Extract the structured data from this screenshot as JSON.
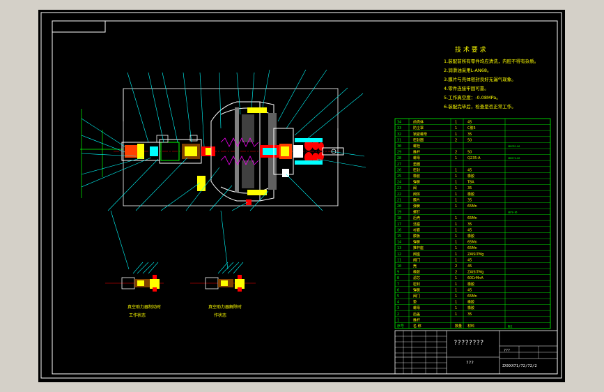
{
  "tech_requirements": {
    "title": "技 术 要 求",
    "items": [
      "1.装配前所有零件均应清洗，内腔不得有杂质。",
      "2.润滑油采用L-AN68。",
      "3.膜片与壳体密封良好无漏气现象。",
      "4.零件连接牢固可靠。",
      "5.工作真空度：-0.08MPa。",
      "6.装配完毕后，检查是否正常工作。"
    ]
  },
  "caption_left": [
    "真空助力器制动时",
    "工作状态"
  ],
  "caption_right": [
    "真空助力器解除时",
    "作状态"
  ],
  "bom_rows": [
    {
      "no": "34",
      "name": "前壳体",
      "qty": "1",
      "mat": "45",
      "note": ""
    },
    {
      "no": "33",
      "name": "防尘罩",
      "qty": "1",
      "mat": "C胶5",
      "note": ""
    },
    {
      "no": "32",
      "name": "锁紧螺母",
      "qty": "1",
      "mat": "35",
      "note": ""
    },
    {
      "no": "31",
      "name": "密封圈",
      "qty": "2",
      "mat": "50",
      "note": ""
    },
    {
      "no": "30",
      "name": "螺栓",
      "qty": "",
      "mat": "",
      "note": "GB5782-86"
    },
    {
      "no": "29",
      "name": "推杆",
      "qty": "2",
      "mat": "50",
      "note": ""
    },
    {
      "no": "28",
      "name": "螺母",
      "qty": "1",
      "mat": "Q235-A",
      "note": "GB6170-86"
    },
    {
      "no": "27",
      "name": "垫圈",
      "qty": "",
      "mat": "",
      "note": ""
    },
    {
      "no": "26",
      "name": "密封",
      "qty": "1",
      "mat": "45",
      "note": ""
    },
    {
      "no": "25",
      "name": "橡胶",
      "qty": "1",
      "mat": "橡胶",
      "note": ""
    },
    {
      "no": "24",
      "name": "弹簧",
      "qty": "1",
      "mat": "T8A",
      "note": ""
    },
    {
      "no": "23",
      "name": "阀",
      "qty": "1",
      "mat": "35",
      "note": ""
    },
    {
      "no": "22",
      "name": "阀体",
      "qty": "1",
      "mat": "橡胶",
      "note": ""
    },
    {
      "no": "21",
      "name": "膜片",
      "qty": "1",
      "mat": "35",
      "note": ""
    },
    {
      "no": "20",
      "name": "弹簧",
      "qty": "1",
      "mat": "65Mn",
      "note": ""
    },
    {
      "no": "19",
      "name": "螺钉",
      "qty": "",
      "mat": "",
      "note": "GB70-86"
    },
    {
      "no": "18",
      "name": "后壳",
      "qty": "1",
      "mat": "65Mn",
      "note": ""
    },
    {
      "no": "17",
      "name": "活塞",
      "qty": "1",
      "mat": "35",
      "note": ""
    },
    {
      "no": "16",
      "name": "衬套",
      "qty": "1",
      "mat": "45",
      "note": ""
    },
    {
      "no": "15",
      "name": "膜板",
      "qty": "1",
      "mat": "橡胶",
      "note": ""
    },
    {
      "no": "14",
      "name": "弹簧",
      "qty": "1",
      "mat": "65Mn",
      "note": ""
    },
    {
      "no": "13",
      "name": "推杆座",
      "qty": "1",
      "mat": "65Mn",
      "note": ""
    },
    {
      "no": "12",
      "name": "阀座",
      "qty": "1",
      "mat": "ZAlSi7Mg",
      "note": ""
    },
    {
      "no": "11",
      "name": "阀门",
      "qty": "1",
      "mat": "45",
      "note": ""
    },
    {
      "no": "10",
      "name": "壳",
      "qty": "2",
      "mat": "45",
      "note": ""
    },
    {
      "no": "9",
      "name": "橡胶",
      "qty": "2",
      "mat": "ZAlSi7Mg",
      "note": ""
    },
    {
      "no": "8",
      "name": "滤芯",
      "qty": "1",
      "mat": "60CrMnA",
      "note": ""
    },
    {
      "no": "7",
      "name": "密封",
      "qty": "1",
      "mat": "橡胶",
      "note": ""
    },
    {
      "no": "6",
      "name": "弹簧",
      "qty": "1",
      "mat": "45",
      "note": ""
    },
    {
      "no": "5",
      "name": "阀门",
      "qty": "1",
      "mat": "65Mn",
      "note": ""
    },
    {
      "no": "4",
      "name": "垫",
      "qty": "1",
      "mat": "橡胶",
      "note": ""
    },
    {
      "no": "3",
      "name": "螺母",
      "qty": "1",
      "mat": "橡胶",
      "note": ""
    },
    {
      "no": "2",
      "name": "后盖",
      "qty": "1",
      "mat": "35",
      "note": ""
    },
    {
      "no": "1",
      "name": "推杆",
      "qty": "",
      "mat": "",
      "note": ""
    }
  ],
  "bom_header": {
    "no": "序号",
    "name": "名 称",
    "qty": "数量",
    "mat": "材料",
    "note": "备注"
  },
  "title_block": {
    "drawing_name": "????????",
    "school": "???",
    "code": "ZXXXX71/72/72/2",
    "scale_label": "???"
  }
}
